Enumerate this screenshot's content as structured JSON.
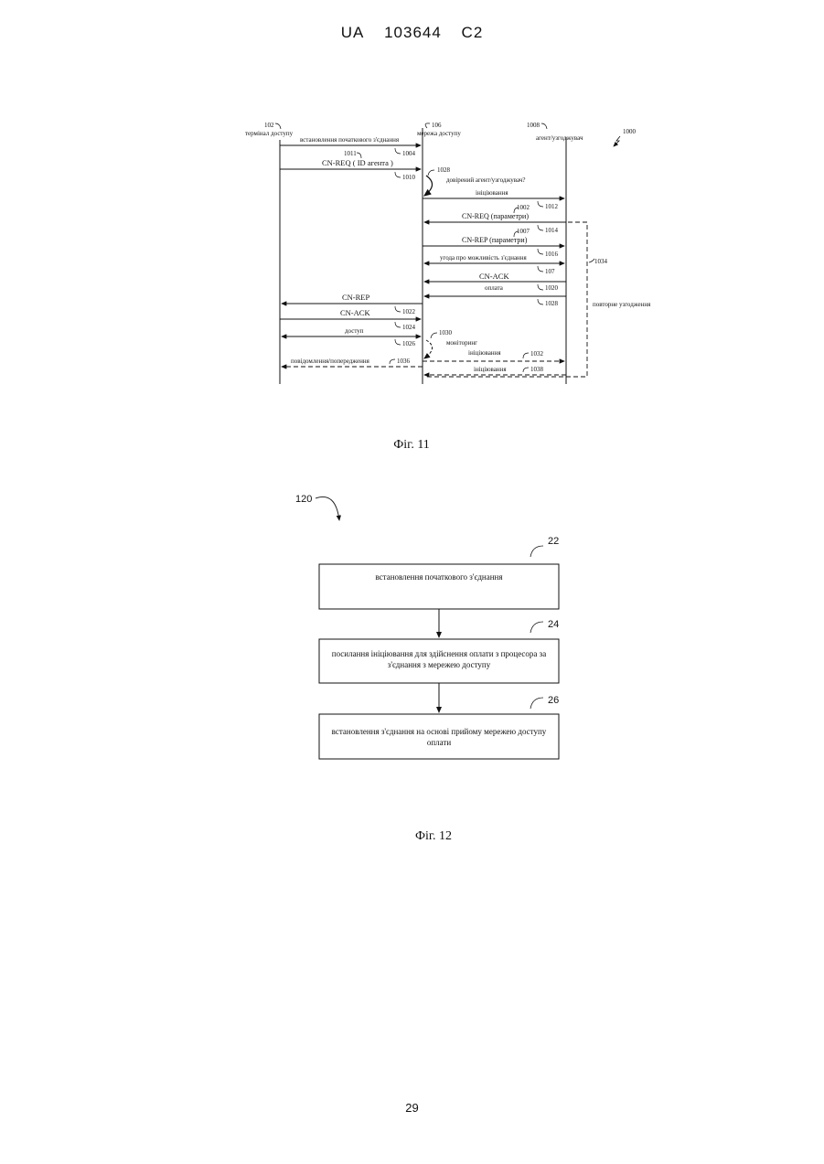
{
  "header": {
    "country": "UA",
    "number": "103644",
    "kind": "C2"
  },
  "page_number": "29",
  "fig11": {
    "caption": "Фіг. 11",
    "figure_ref": "1000",
    "entities": [
      {
        "ref": "102",
        "label": "термінал доступу"
      },
      {
        "ref": "106",
        "label": "мережа доступу"
      },
      {
        "ref": "1008",
        "label": "агент/узгоджувач"
      }
    ],
    "messages": [
      {
        "label": "встановлення початкового з'єднання",
        "ref": "1004"
      },
      {
        "label": "CN-REQ ( ID агента )",
        "ref": "1010",
        "ref_above": "1011"
      },
      {
        "label": "довірений агент/узгоджувач?",
        "ref": "1028"
      },
      {
        "label": "ініціювання",
        "ref": "1012"
      },
      {
        "label": "CN-REQ (параметри)",
        "ref": "1014",
        "ref_above": "1002"
      },
      {
        "label": "CN-REP (параметри)",
        "ref": "1016",
        "ref_above": "1007"
      },
      {
        "label": "угода про можливість з'єднання",
        "ref": "107"
      },
      {
        "label": "CN-ACK",
        "ref": "1020"
      },
      {
        "label": "оплата",
        "ref": "1028"
      },
      {
        "label": "CN-REP",
        "ref": "1022"
      },
      {
        "label": "CN-ACK",
        "ref": "1024"
      },
      {
        "label": "доступ",
        "ref": "1026"
      },
      {
        "label": "моніторинг",
        "ref": "1030"
      },
      {
        "label": "ініціювання",
        "ref": "1032"
      },
      {
        "label": "повідомлення/попередження",
        "ref": "1036"
      },
      {
        "label": "ініціювання",
        "ref": "1038"
      }
    ],
    "bracket": {
      "ref": "1034",
      "label": "повторне узгодження"
    }
  },
  "fig12": {
    "caption": "Фіг. 12",
    "figure_ref": "120",
    "steps": [
      {
        "ref": "22",
        "text": "встановлення початкового з'єднання"
      },
      {
        "ref": "24",
        "text_lines": [
          "посилання ініціювання для здійснення оплати з процесора за",
          "з'єднання з мережею доступу"
        ]
      },
      {
        "ref": "26",
        "text_lines": [
          "встановлення з'єднання на основі прийому мережею доступу",
          "оплати"
        ]
      }
    ]
  }
}
